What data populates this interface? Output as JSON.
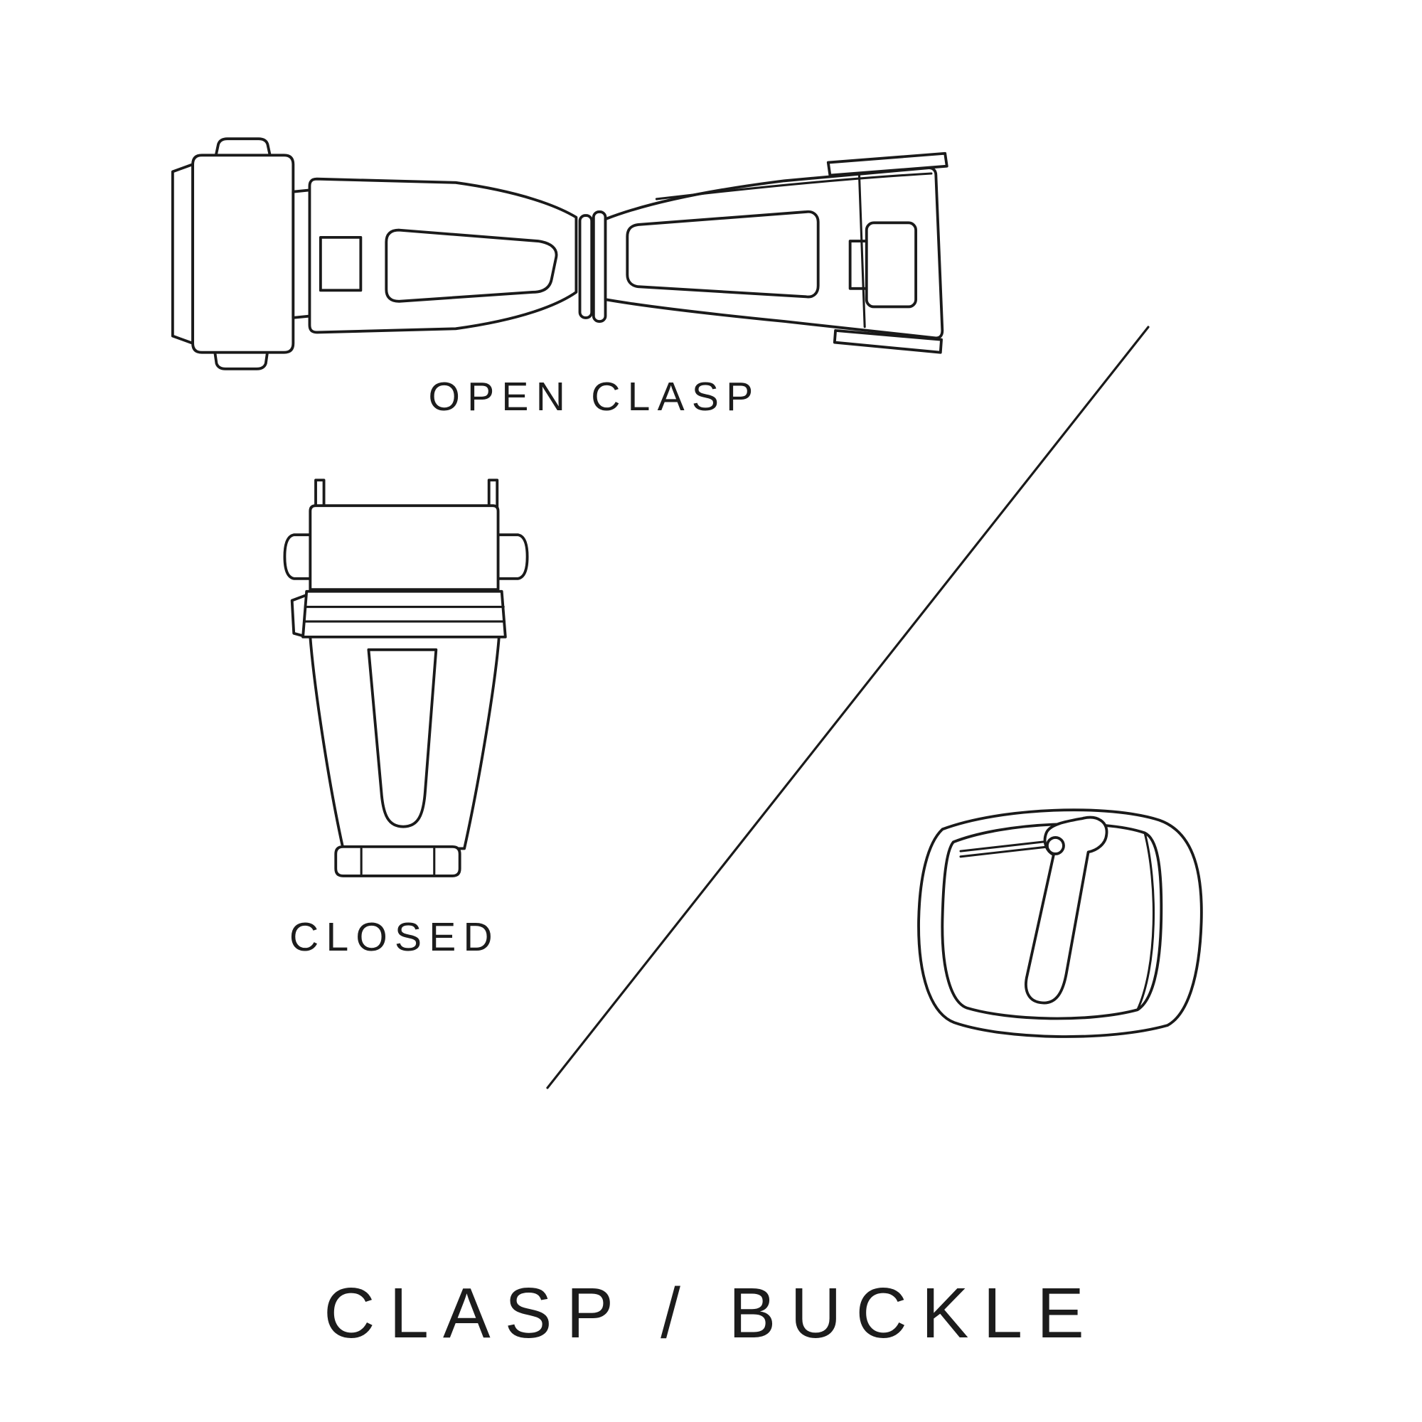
{
  "diagram": {
    "title": "CLASP / BUCKLE",
    "figures": [
      {
        "id": "open-clasp",
        "label": "OPEN CLASP",
        "icon": "open-clasp-illustration"
      },
      {
        "id": "closed-clasp",
        "label": "CLOSED",
        "icon": "closed-clasp-illustration"
      },
      {
        "id": "tang-buckle",
        "label": "",
        "icon": "tang-buckle-illustration"
      }
    ],
    "divider": {
      "icon": "diagonal-divider-line"
    }
  },
  "colors": {
    "background": "#ffffff",
    "line": "#1a1a1a",
    "text": "#1c1c1c"
  }
}
